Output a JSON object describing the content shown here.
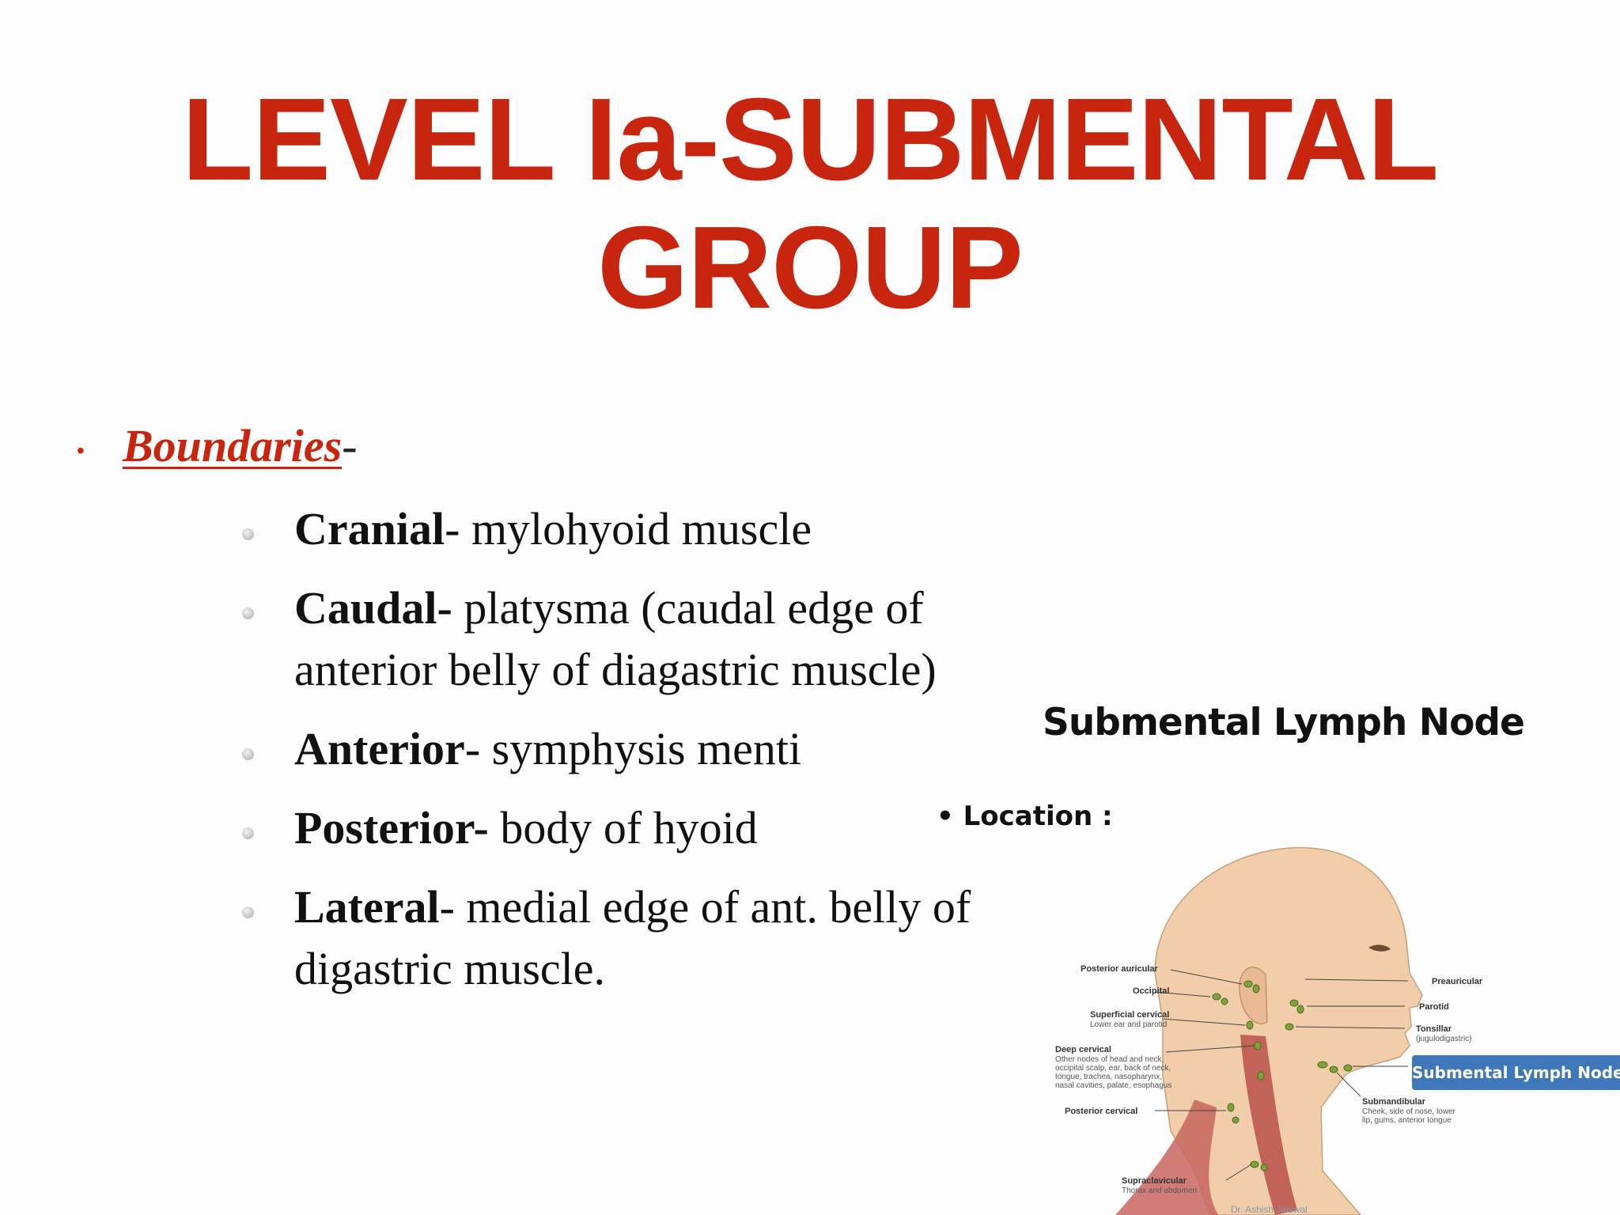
{
  "title": {
    "line1": "LEVEL Ia-SUBMENTAL",
    "line2": "GROUP"
  },
  "boundaries": {
    "bullet": "•",
    "heading": "Boundaries",
    "suffix": "-",
    "items": [
      {
        "label": "Cranial",
        "text": "- mylohyoid muscle"
      },
      {
        "label": "Caudal-",
        "text": " platysma (caudal edge of anterior belly of diagastric muscle)"
      },
      {
        "label": "Anterior",
        "text": "- symphysis menti"
      },
      {
        "label": "Posterior-",
        "text": " body of hyoid"
      },
      {
        "label": "Lateral",
        "text": "- medial edge of ant. belly of digastric muscle."
      }
    ]
  },
  "figure": {
    "title": "Submental Lymph Node",
    "bullet": "•  Location :",
    "labels_left": {
      "posterior_auricular": "Posterior auricular",
      "occipital": "Occipital",
      "superficial_cervical": "Superficial cervical",
      "superficial_cervical_sub": "Lower ear and parotid",
      "deep_cervical": "Deep cervical",
      "deep_cervical_sub1": "Other nodes of head and neck,",
      "deep_cervical_sub2": "occipital scalp, ear, back of neck,",
      "deep_cervical_sub3": "tongue, trachea, nasopharynx,",
      "deep_cervical_sub4": "nasal cavities, palate, esophagus",
      "posterior_cervical": "Posterior cervical",
      "supraclavicular": "Supraclavicular",
      "supraclavicular_sub": "Thorax and abdomen"
    },
    "labels_right": {
      "preauricular": "Preauricular",
      "parotid": "Parotid",
      "tonsillar": "Tonsillar",
      "tonsillar_sub": "(jugulodigastric)",
      "submandibular": "Submandibular",
      "submandibular_sub1": "Cheek, side of nose, lower",
      "submandibular_sub2": "lip, gums, anterior tongue"
    },
    "callout": "Submental Lymph Node",
    "credit": "Dr. Ashish Jaiswal",
    "colors": {
      "node": "#7fa23a",
      "muscle": "#c8655f",
      "skin": "#f1cda9"
    }
  }
}
